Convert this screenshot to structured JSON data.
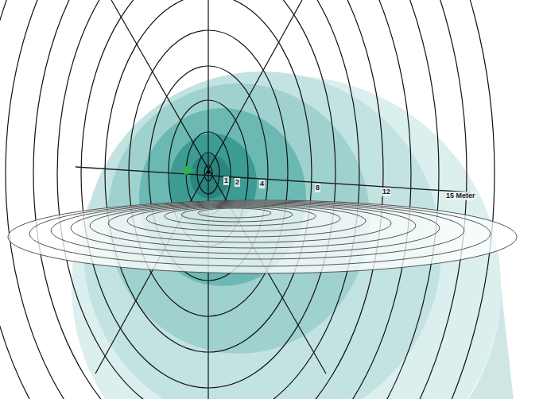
{
  "diagram": {
    "labels": [
      "1",
      "2",
      "4",
      "8",
      "12",
      "15 Meter"
    ]
  }
}
